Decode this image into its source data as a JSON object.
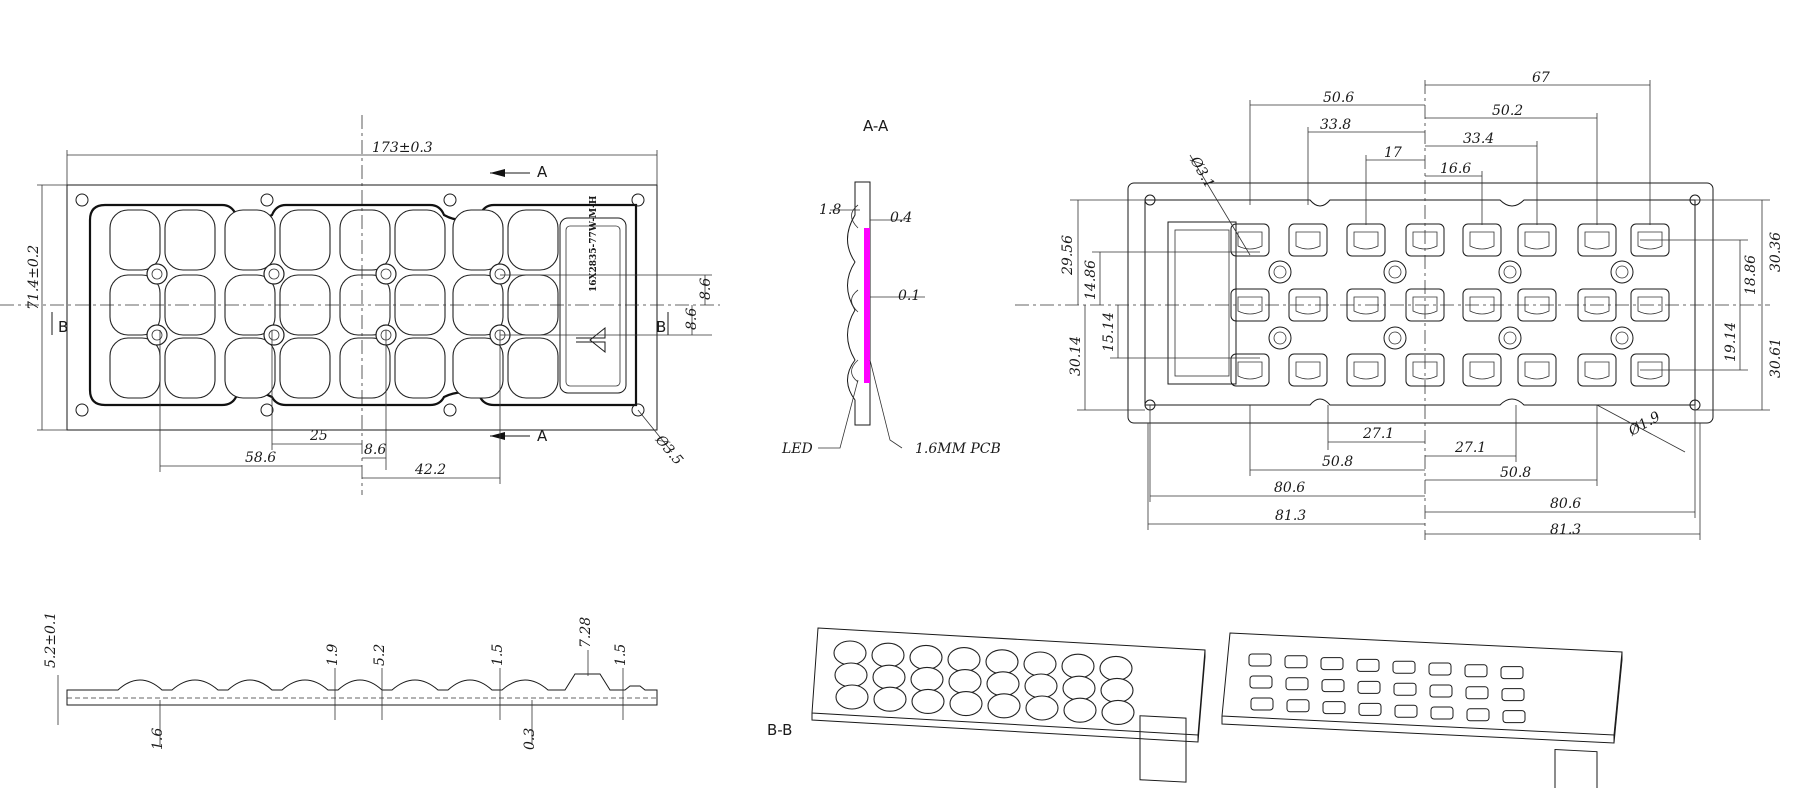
{
  "section_labels": {
    "aa": "A-A",
    "bb": "B-B",
    "cut_a_top": "A",
    "cut_a_bottom": "A",
    "cut_b_left": "B",
    "cut_b_right": "B"
  },
  "part_number": "16X2835-77W-M-H",
  "colors": {
    "pcb_highlight": "#ff00ff",
    "line": "#1a1a1a",
    "background": "#ffffff"
  },
  "front_view": {
    "overall_width": "173±0.3",
    "overall_height": "71.4±0.2",
    "row_pitch_1": "8.6",
    "row_pitch_2": "8.6",
    "pitch_25": "25",
    "pitch_8_6": "8.6",
    "dim_58_6": "58.6",
    "dim_42_2": "42.2",
    "hole_dia": "Ø3.5"
  },
  "section_aa": {
    "dim_1_8": "1.8",
    "dim_0_4": "0.4",
    "dim_0_1": "0.1",
    "led_label": "LED",
    "pcb_label": "1.6MM PCB"
  },
  "back_view": {
    "top_dims": [
      "67",
      "50.6",
      "50.2",
      "33.8",
      "33.4",
      "17",
      "16.6"
    ],
    "hole_dia_top": "Ø3.1",
    "hole_dia_bottom": "Ø1.9",
    "left_dims": [
      "29.56",
      "14.86",
      "15.14",
      "30.14"
    ],
    "right_dims": [
      "30.36",
      "18.86",
      "19.14",
      "30.61"
    ],
    "bottom_dims": [
      "27.1",
      "27.1",
      "50.8",
      "50.8",
      "80.6",
      "80.6",
      "81.3",
      "81.3"
    ]
  },
  "side_view": {
    "thickness": "5.2±0.1",
    "d_1_9": "1.9",
    "d_5_2": "5.2",
    "d_1_5a": "1.5",
    "d_7_28": "7.28",
    "d_1_5b": "1.5",
    "d_1_6": "1.6",
    "d_0_3": "0.3"
  }
}
